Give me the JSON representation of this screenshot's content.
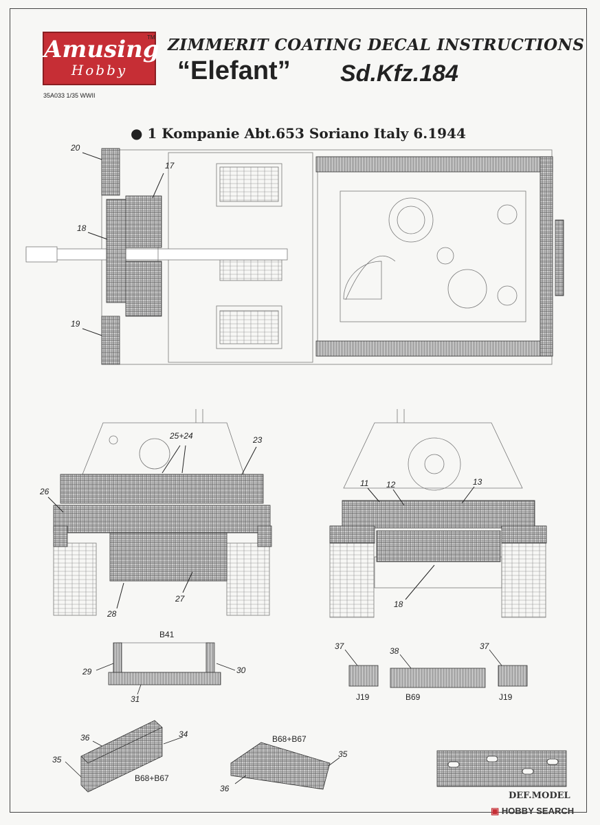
{
  "header": {
    "logo_line1": "Amusing",
    "logo_line2": "Hobby",
    "logo_tm": "TM",
    "product_code": "35A033  1/35 WWII",
    "title": "ZIMMERIT COATING DECAL INSTRUCTIONS",
    "vehicle_name": "“Elefant”",
    "vehicle_designation": "Sd.Kfz.184"
  },
  "scheme": "1 Kompanie Abt.653 Soriano Italy 6.1944",
  "top_view_labels": [
    "20",
    "17",
    "18",
    "19"
  ],
  "front_view_labels": [
    "25+24",
    "23",
    "26",
    "28",
    "27"
  ],
  "rear_view_labels": [
    "11",
    "12",
    "13",
    "18"
  ],
  "parts": {
    "b41_name": "B41",
    "b41_labels": [
      "29",
      "30",
      "31"
    ],
    "j19_left_num": "37",
    "j19_left_name": "J19",
    "b69_num": "38",
    "b69_name": "B69",
    "j19_right_num": "37",
    "j19_right_name": "J19",
    "b68_left_labels": [
      "36",
      "34",
      "35"
    ],
    "b68_left_name": "B68+B67",
    "b68_right_name": "B68+B67",
    "b68_right_labels": [
      "35",
      "36"
    ]
  },
  "watermarks": {
    "def_model": "DEF.MODEL",
    "hobby_search": "HOBBY SEARCH"
  },
  "colors": {
    "logo_red": "#c62e35",
    "line": "#555555",
    "zimmerit": "#6a6a6a"
  }
}
